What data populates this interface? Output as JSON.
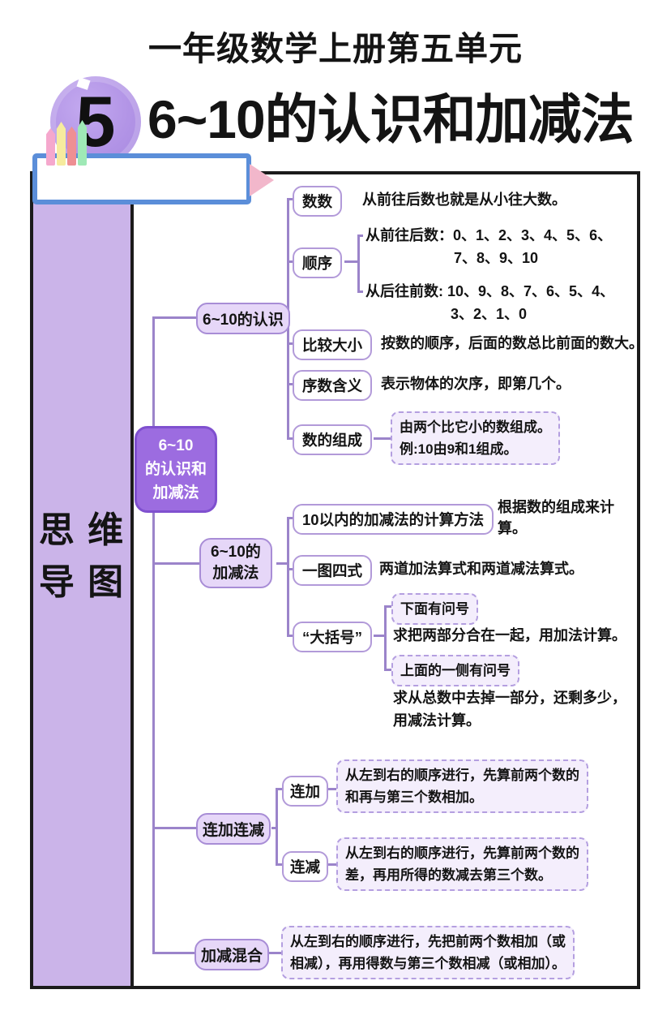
{
  "header": {
    "unit": "一年级数学上册第五单元",
    "badge": "5",
    "title": "6~10的认识和加减法"
  },
  "sidebar": {
    "line1": "思 维",
    "line2": "导 图"
  },
  "root": {
    "line1": "6~10",
    "line2": "的认识和",
    "line3": "加减法"
  },
  "b1": {
    "label": "6~10的认识",
    "c1": {
      "label": "数数",
      "note": "从前往后数也就是从小往大数。"
    },
    "c2": {
      "label": "顺序",
      "s1l1": "从前往后数：0、1、2、3、4、5、6、",
      "s1l2": "7、8、9、10",
      "s2l1": "从后往前数: 10、9、8、7、6、5、4、",
      "s2l2": "3、2、1、0"
    },
    "c3": {
      "label": "比较大小",
      "note": "按数的顺序，后面的数总比前面的数大。"
    },
    "c4": {
      "label": "序数含义",
      "note": "表示物体的次序，即第几个。"
    },
    "c5": {
      "label": "数的组成",
      "box1": "由两个比它小的数组成。",
      "box2": "例:10由9和1组成。"
    }
  },
  "b2": {
    "label1": "6~10的",
    "label2": "加减法",
    "c1": {
      "label": "10以内的加减法的计算方法",
      "note1": "根据数的组成来计",
      "note2": "算。"
    },
    "c2": {
      "label": "一图四式",
      "note": "两道加法算式和两道减法算式。"
    },
    "c3": {
      "label": "“大括号”",
      "box1": "下面有问号",
      "note1": "求把两部分合在一起，用加法计算。",
      "box2": "上面的一侧有问号",
      "note2a": "求从总数中去掉一部分，还剩多少，",
      "note2b": "用减法计算。"
    }
  },
  "b3": {
    "label": "连加连减",
    "c1": {
      "label": "连加",
      "box1": "从左到右的顺序进行，先算前两个数的",
      "box2": "和再与第三个数相加。"
    },
    "c2": {
      "label": "连减",
      "box1": "从左到右的顺序进行，先算前两个数的",
      "box2": "差，再用所得的数减去第三个数。"
    }
  },
  "b4": {
    "label": "加减混合",
    "box1": "从左到右的顺序进行，先把前两个数相加（或",
    "box2": "相减），再用得数与第三个数相减（或相加）。"
  },
  "colors": {
    "root_fill": "#9c6ce0",
    "root_border": "#7f50cf",
    "branch_fill": "#e6d7f8",
    "branch_border": "#a88dd6",
    "leaf_border": "#b29ad9",
    "dashed_fill": "#f4eefc",
    "dashed_border": "#b49fe0",
    "connector": "#9b84ca",
    "sidebar_fill": "#cbb4e9",
    "frame_border": "#1b1b1b",
    "banner_border": "#5b8ed9",
    "arrow_pink": "#f2b7cb"
  }
}
